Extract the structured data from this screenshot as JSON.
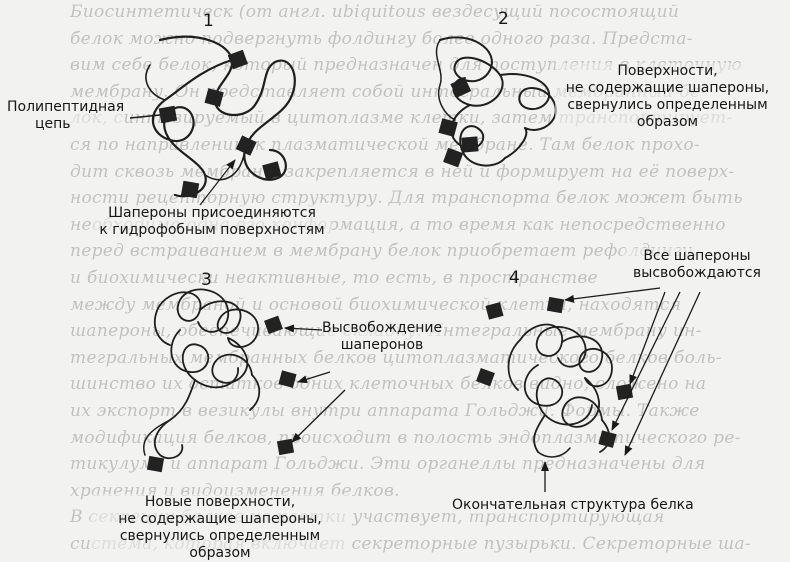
{
  "panels": [
    {
      "number": "1"
    },
    {
      "number": "2"
    },
    {
      "number": "3"
    },
    {
      "number": "4"
    }
  ],
  "labels": {
    "polypeptide": [
      "Полипептидная",
      "цепь"
    ],
    "chaperones_attach": [
      "Шапероны присоединяются",
      "к гидрофобным поверхностям"
    ],
    "surfaces_folded_top": [
      "Поверхности,",
      "не содержащие шапероны,",
      "свернулись определенным",
      "образом"
    ],
    "all_released": [
      "Все шапероны",
      "высвобождаются"
    ],
    "chaperone_release": [
      "Высвобождение",
      "шаперонов"
    ],
    "new_surfaces": [
      "Новые поверхности,",
      "не содержащие шапероны,",
      "свернулись определенным образом"
    ],
    "final_structure": "Окончательная структура белка"
  },
  "background_text": [
    "Биосинтетическ (от англ. ubiquitous вездесущий посостоящий",
    "белок можно подвергнуть фолдингу более одного раза. Предста-",
    "вим себе белок, который предназначен для поступления в клеточную",
    "мембрану. Он представляет собой интегральный мембранный бе-",
    "лок, синтезируемый в цитоплазме клетки, затем транспортирует-",
    "ся по направлению к плазматической мембране. Там белок прохо-",
    "дит сквозь мембрану, закрепляется в ней и формирует на её поверх-",
    "ности рецепторную структуру. Для транспорта белок может быть",
    "необходима одна его конформация, а то время как непосредственно",
    "перед встраиванием в мембрану белок приобретает рефолдингу.",
    "и биохимически неактивные, то есть, в пространстве",
    "между мембраной и основой биохимической клетки, находятся",
    "шапероны, обеспечивающие складку. Интегральные мембрану ин-",
    "тегральных мембранных белков цитоплазматического белков боль-",
    "шинство их остатков одних клеточных белков видно, сложено на",
    "их экспорт в везикулы внутри аппарата Гольджи. Формы. Также",
    "модификация белков, происходит в полость эндоплазматического ре-",
    "тикулума и аппарат Гольджи. Эти органеллы предназначены для",
    "хранения и видоизменения белков.",
    "В секреции белков из клетки участвует, транспортирующая",
    "система, которая включает секреторные пузырьки. Секреторные ша-"
  ]
}
